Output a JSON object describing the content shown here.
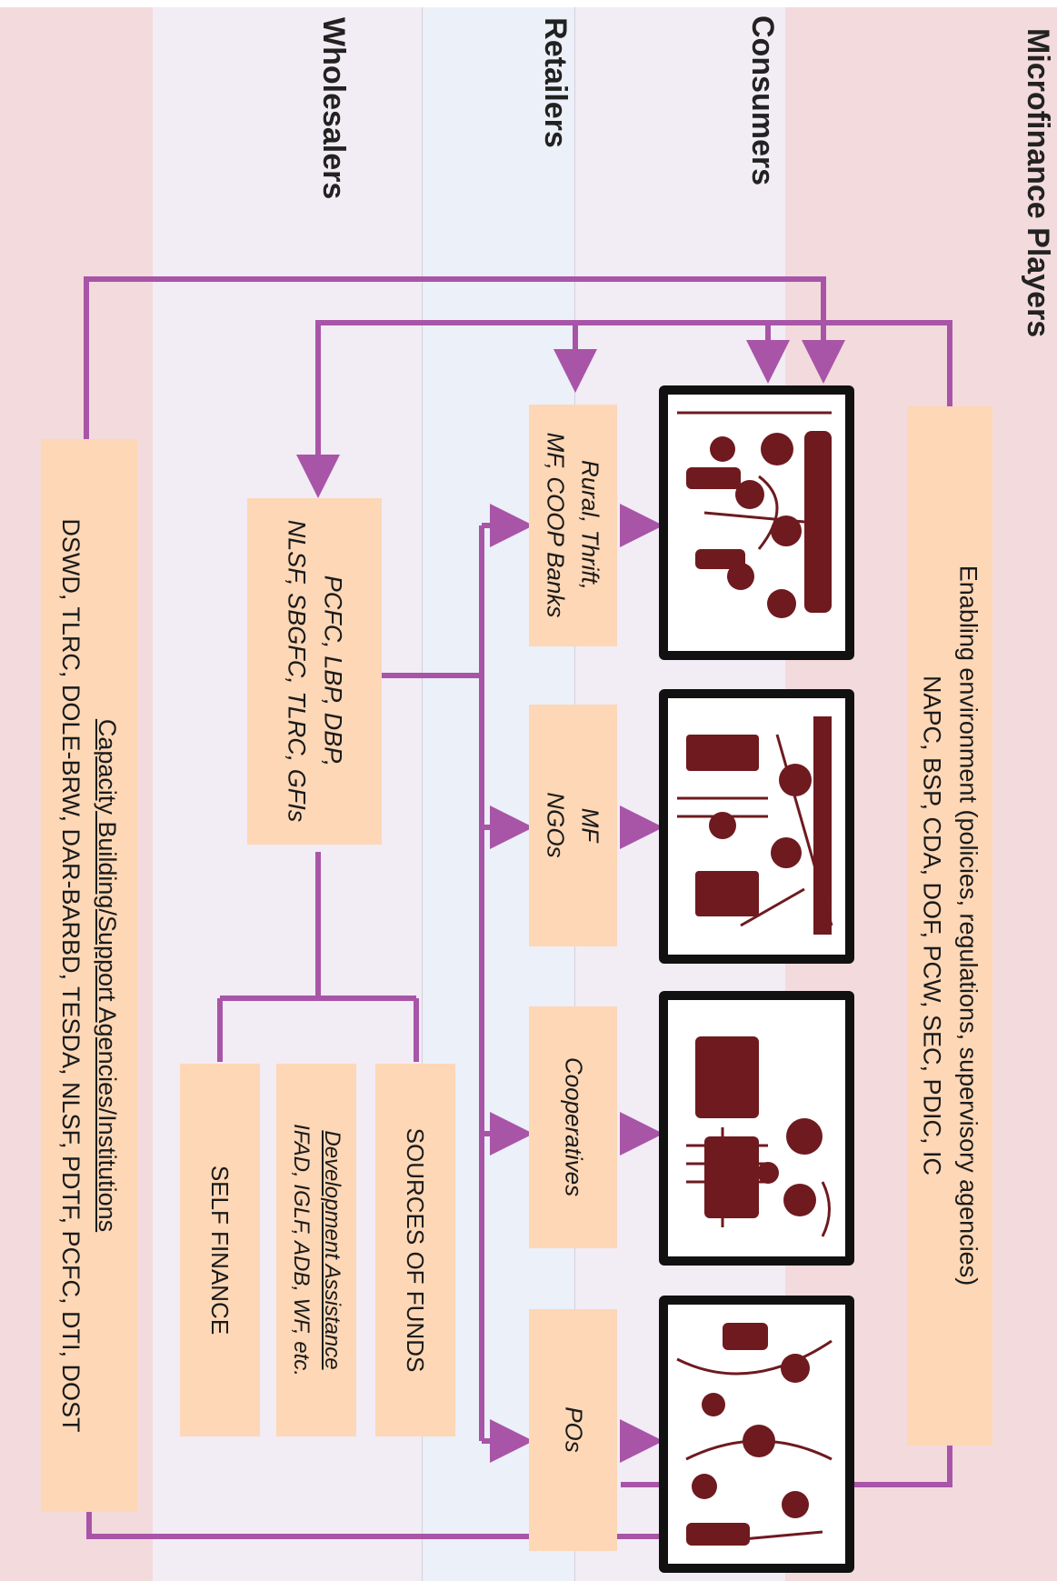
{
  "bands": {
    "microfinance_players": "Microfinance Players",
    "consumers": "Consumers",
    "retailers": "Retailers",
    "wholesalers": "Wholesalers"
  },
  "enabling": {
    "line1": "Enabling environment (policies, regulations, supervisory agencies)",
    "line2": "NAPC, BSP, CDA, DOF, PCW, SEC, PDIC, IC"
  },
  "retailers": {
    "rural_line1": "Rural, Thrift,",
    "rural_line2": "MF, COOP Banks",
    "ngo_line1": "MF",
    "ngo_line2": "NGOs",
    "coop": "Cooperatives",
    "pos": "POs"
  },
  "wholesalers": {
    "pcfc_line1": "PCFC, LBP, DBP,",
    "pcfc_line2": "NLSF, SBGFC, TLRC, GFIs",
    "sources": "SOURCES OF FUNDS",
    "dev_line1": "Development Assistance",
    "dev_line2": "IFAD, IGLF, ADB, WF, etc.",
    "self": "SELF FINANCE"
  },
  "capacity": {
    "line1": "Capacity Building/Support Agencies/Institutions",
    "line2": "DSWD, TLRC, DOLE-BRW, DAR-BARBD, TESDA, NLSF, PDTF, PCFC, DTI, DOST"
  },
  "colors": {
    "arrow": "#a855a8",
    "box": "#fdd7b6",
    "band_pink": "#f3dadc",
    "band_lavender": "#f2ecf5",
    "band_blue": "#ecf0f8",
    "illustration_ink": "#6e1a1f"
  },
  "illustrations": [
    "people-meeting-illustration",
    "market-illustration",
    "cooperative-illustration",
    "community-illustration"
  ]
}
